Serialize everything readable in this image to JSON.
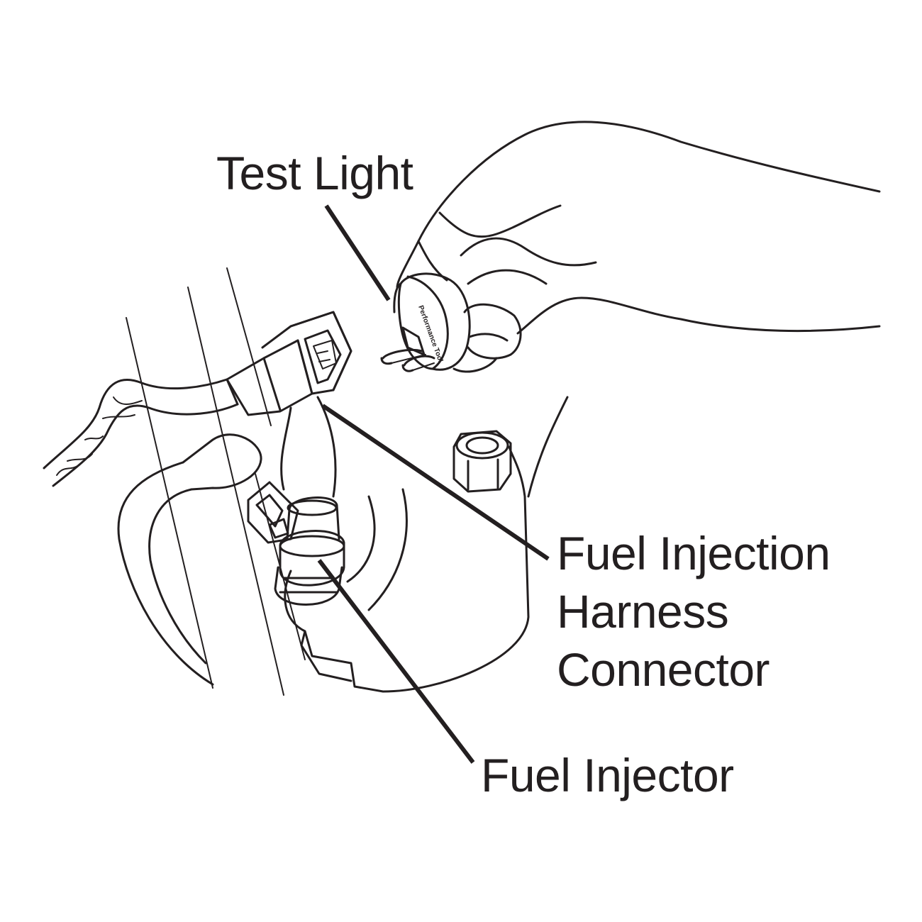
{
  "labels": {
    "test_light": "Test Light",
    "harness_connector": [
      "Fuel Injection",
      "Harness",
      "Connector"
    ],
    "fuel_injector": "Fuel Injector"
  },
  "tester_brand_text": "Performance Tool",
  "colors": {
    "ink": "#231f20",
    "background": "#ffffff"
  }
}
